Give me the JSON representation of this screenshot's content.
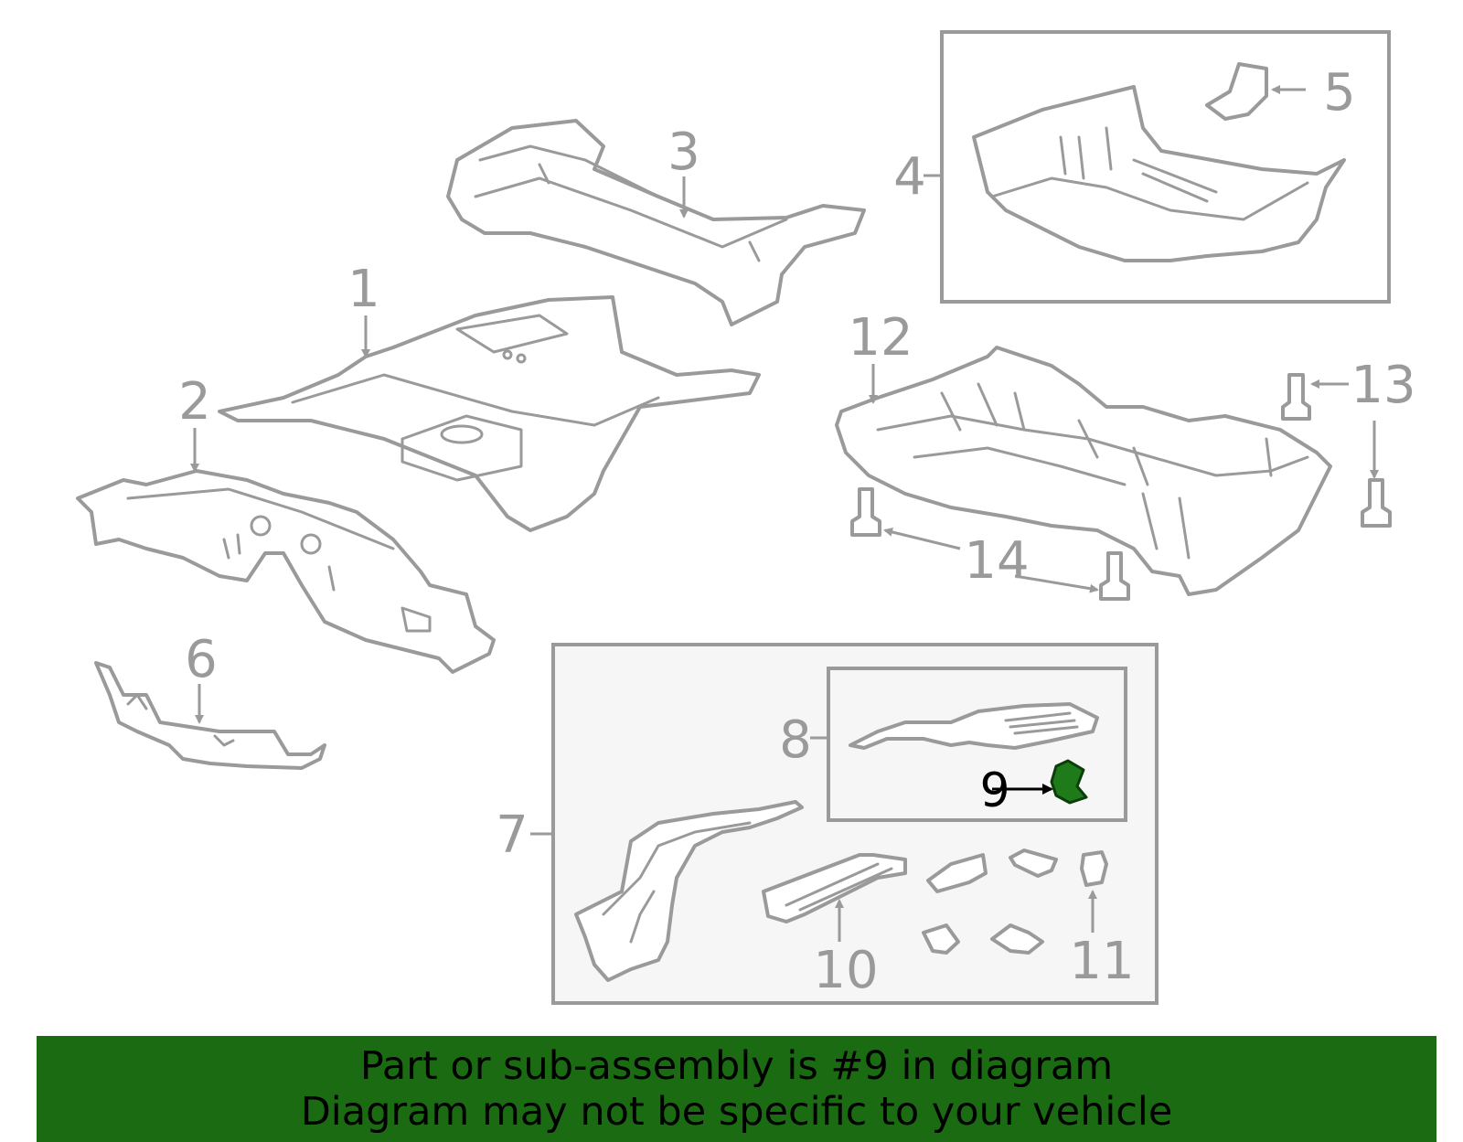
{
  "callouts": {
    "c1": "1",
    "c2": "2",
    "c3": "3",
    "c4": "4",
    "c5": "5",
    "c6": "6",
    "c7": "7",
    "c8": "8",
    "c9": "9",
    "c10": "10",
    "c11": "11",
    "c12": "12",
    "c13": "13",
    "c14": "14"
  },
  "highlighted_part": "9",
  "colors": {
    "line": "#9a9a9a",
    "highlight_part": "#1f7a1a",
    "banner": "#1a6b12"
  },
  "banner": {
    "line1": "Part or sub-assembly is #9 in diagram",
    "line2": "Diagram may not be specific to your vehicle"
  }
}
